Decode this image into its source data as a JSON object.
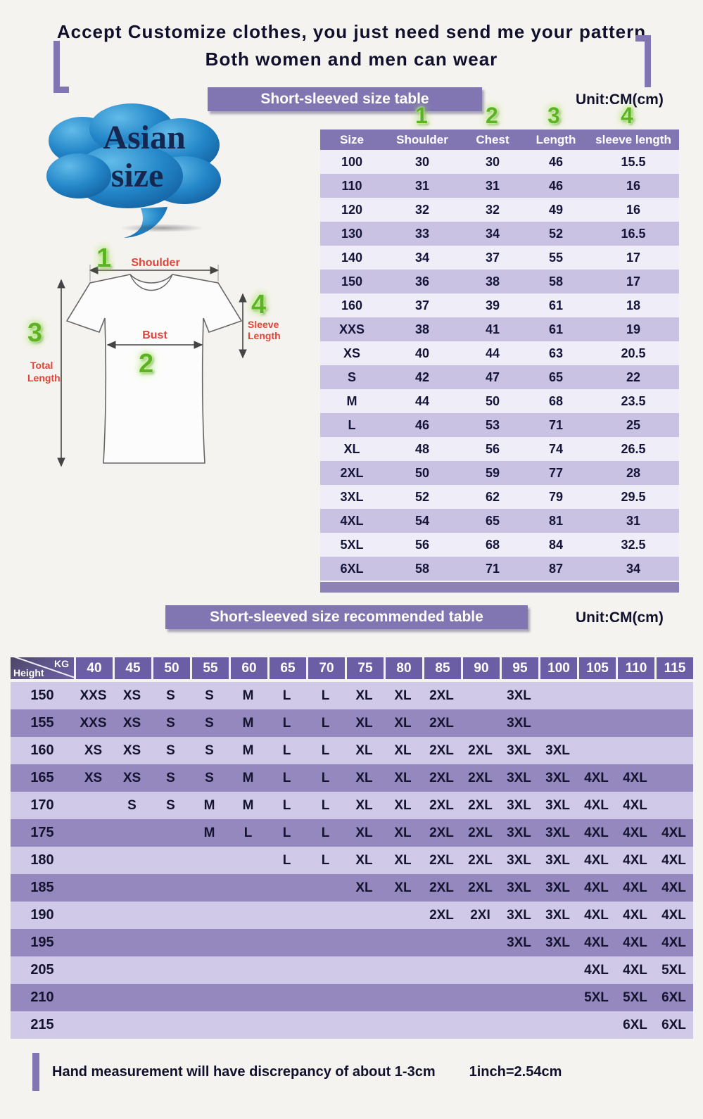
{
  "colors": {
    "banner_purple": "#8276b2",
    "table_header_purple": "#6c5ea4",
    "row_light": "#efedf7",
    "row_lavender": "#c9c2e2",
    "rec_row_light": "#d0cae8",
    "rec_row_dark": "#9488bf",
    "text_dark": "#10102c",
    "label_red": "#e04338",
    "glow_green": "#5cb424",
    "cloud_blue": "#2386c8"
  },
  "header": {
    "line1": "Accept Customize clothes, you just need send me your pattern",
    "line2": "Both women and men can wear"
  },
  "size_section": {
    "banner": "Short-sleeved size table",
    "unit": "Unit:CM(cm)",
    "column_numbers": [
      "1",
      "2",
      "3",
      "4"
    ]
  },
  "cloud": {
    "line1": "Asian",
    "line2": "size"
  },
  "diagram": {
    "shoulder_label": "Shoulder",
    "bust_label": "Bust",
    "total_length_label_1": "Total",
    "total_length_label_2": "Length",
    "sleeve_length_label_1": "Sleeve",
    "sleeve_length_label_2": "Length",
    "num_shoulder": "1",
    "num_bust": "2",
    "num_total": "3",
    "num_sleeve": "4"
  },
  "recommend_section": {
    "banner": "Short-sleeved size recommended table",
    "unit": "Unit:CM(cm)",
    "corner_top": "KG",
    "corner_bottom": "Height"
  },
  "footer": {
    "note": "Hand measurement will have discrepancy of about  1-3cm",
    "conversion": "1inch=2.54cm"
  },
  "chart_data": [
    {
      "type": "table",
      "title": "Short-sleeved size table",
      "unit": "CM",
      "columns": [
        "Size",
        "Shoulder",
        "Chest",
        "Length",
        "sleeve length"
      ],
      "rows": [
        [
          "100",
          "30",
          "30",
          "46",
          "15.5"
        ],
        [
          "110",
          "31",
          "31",
          "46",
          "16"
        ],
        [
          "120",
          "32",
          "32",
          "49",
          "16"
        ],
        [
          "130",
          "33",
          "34",
          "52",
          "16.5"
        ],
        [
          "140",
          "34",
          "37",
          "55",
          "17"
        ],
        [
          "150",
          "36",
          "38",
          "58",
          "17"
        ],
        [
          "160",
          "37",
          "39",
          "61",
          "18"
        ],
        [
          "XXS",
          "38",
          "41",
          "61",
          "19"
        ],
        [
          "XS",
          "40",
          "44",
          "63",
          "20.5"
        ],
        [
          "S",
          "42",
          "47",
          "65",
          "22"
        ],
        [
          "M",
          "44",
          "50",
          "68",
          "23.5"
        ],
        [
          "L",
          "46",
          "53",
          "71",
          "25"
        ],
        [
          "XL",
          "48",
          "56",
          "74",
          "26.5"
        ],
        [
          "2XL",
          "50",
          "59",
          "77",
          "28"
        ],
        [
          "3XL",
          "52",
          "62",
          "79",
          "29.5"
        ],
        [
          "4XL",
          "54",
          "65",
          "81",
          "31"
        ],
        [
          "5XL",
          "56",
          "68",
          "84",
          "32.5"
        ],
        [
          "6XL",
          "58",
          "71",
          "87",
          "34"
        ]
      ]
    },
    {
      "type": "table",
      "title": "Short-sleeved size recommended table",
      "unit": "CM",
      "column_axis": "KG",
      "row_axis": "Height",
      "columns": [
        "40",
        "45",
        "50",
        "55",
        "60",
        "65",
        "70",
        "75",
        "80",
        "85",
        "90",
        "95",
        "100",
        "105",
        "110",
        "115"
      ],
      "rows": [
        {
          "height": "150",
          "cells": [
            "XXS",
            "XS",
            "S",
            "S",
            "M",
            "L",
            "L",
            "XL",
            "XL",
            "2XL",
            "",
            "3XL",
            "",
            "",
            "",
            ""
          ]
        },
        {
          "height": "155",
          "cells": [
            "XXS",
            "XS",
            "S",
            "S",
            "M",
            "L",
            "L",
            "XL",
            "XL",
            "2XL",
            "",
            "3XL",
            "",
            "",
            "",
            ""
          ]
        },
        {
          "height": "160",
          "cells": [
            "XS",
            "XS",
            "S",
            "S",
            "M",
            "L",
            "L",
            "XL",
            "XL",
            "2XL",
            "2XL",
            "3XL",
            "3XL",
            "",
            "",
            ""
          ]
        },
        {
          "height": "165",
          "cells": [
            "XS",
            "XS",
            "S",
            "S",
            "M",
            "L",
            "L",
            "XL",
            "XL",
            "2XL",
            "2XL",
            "3XL",
            "3XL",
            "4XL",
            "4XL",
            ""
          ]
        },
        {
          "height": "170",
          "cells": [
            "",
            "S",
            "S",
            "M",
            "M",
            "L",
            "L",
            "XL",
            "XL",
            "2XL",
            "2XL",
            "3XL",
            "3XL",
            "4XL",
            "4XL",
            ""
          ]
        },
        {
          "height": "175",
          "cells": [
            "",
            "",
            "",
            "M",
            "L",
            "L",
            "L",
            "XL",
            "XL",
            "2XL",
            "2XL",
            "3XL",
            "3XL",
            "4XL",
            "4XL",
            "4XL"
          ]
        },
        {
          "height": "180",
          "cells": [
            "",
            "",
            "",
            "",
            "",
            "L",
            "L",
            "XL",
            "XL",
            "2XL",
            "2XL",
            "3XL",
            "3XL",
            "4XL",
            "4XL",
            "4XL"
          ]
        },
        {
          "height": "185",
          "cells": [
            "",
            "",
            "",
            "",
            "",
            "",
            "",
            "XL",
            "XL",
            "2XL",
            "2XL",
            "3XL",
            "3XL",
            "4XL",
            "4XL",
            "4XL"
          ]
        },
        {
          "height": "190",
          "cells": [
            "",
            "",
            "",
            "",
            "",
            "",
            "",
            "",
            "",
            "2XL",
            "2XI",
            "3XL",
            "3XL",
            "4XL",
            "4XL",
            "4XL"
          ]
        },
        {
          "height": "195",
          "cells": [
            "",
            "",
            "",
            "",
            "",
            "",
            "",
            "",
            "",
            "",
            "",
            "3XL",
            "3XL",
            "4XL",
            "4XL",
            "4XL"
          ]
        },
        {
          "height": "205",
          "cells": [
            "",
            "",
            "",
            "",
            "",
            "",
            "",
            "",
            "",
            "",
            "",
            "",
            "",
            "4XL",
            "4XL",
            "5XL"
          ]
        },
        {
          "height": "210",
          "cells": [
            "",
            "",
            "",
            "",
            "",
            "",
            "",
            "",
            "",
            "",
            "",
            "",
            "",
            "5XL",
            "5XL",
            "6XL"
          ]
        },
        {
          "height": "215",
          "cells": [
            "",
            "",
            "",
            "",
            "",
            "",
            "",
            "",
            "",
            "",
            "",
            "",
            "",
            "",
            "6XL",
            "6XL"
          ]
        }
      ]
    }
  ]
}
